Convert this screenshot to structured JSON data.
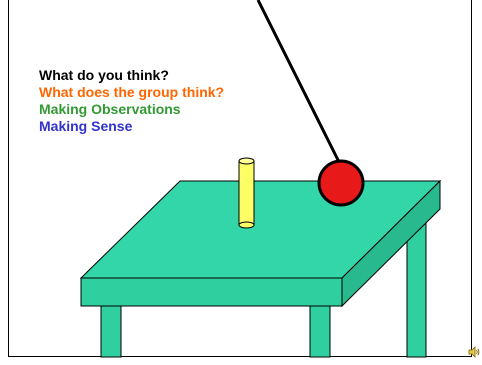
{
  "colors": {
    "background": "#ffffff",
    "table_top": "#33d6a8",
    "table_front": "#2fcf9f",
    "table_side": "#28b98e",
    "table_legs": "#2fcf9f",
    "rod": "#ffff66",
    "pendulum_ball": "#e81919",
    "string": "#000000"
  },
  "prompts": [
    {
      "text": "What do you think?",
      "color": "#000000"
    },
    {
      "text": "What does the group think?",
      "color": "#ff6600"
    },
    {
      "text": "Making Observations",
      "color": "#339933"
    },
    {
      "text": "Making Sense",
      "color": "#3333cc"
    }
  ],
  "icons": {
    "speaker": "speaker-icon"
  }
}
